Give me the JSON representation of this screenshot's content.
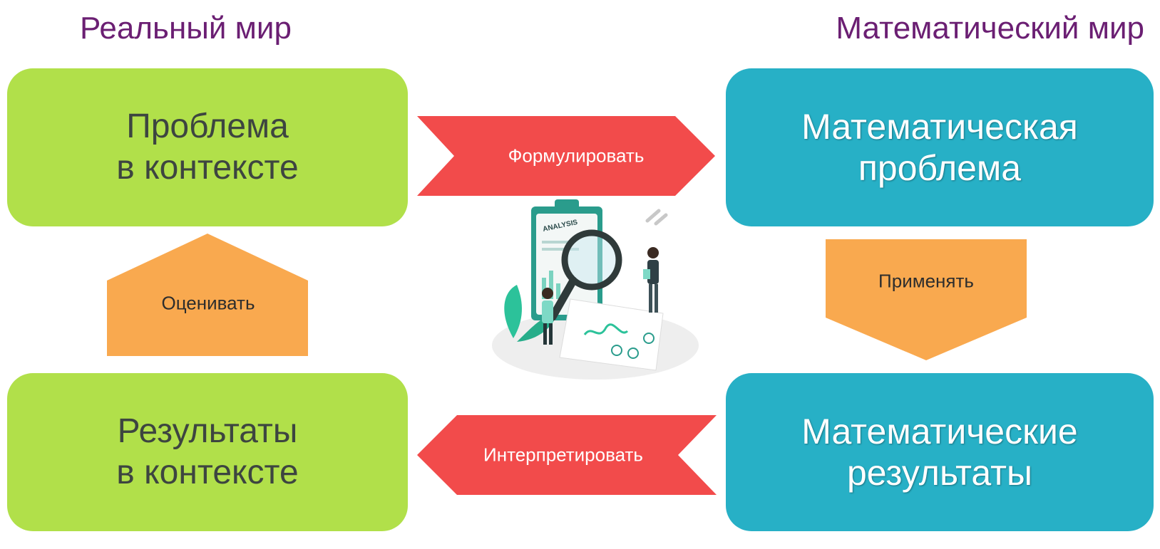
{
  "headings": {
    "real_world": "Реальный мир",
    "math_world": "Математический мир"
  },
  "boxes": {
    "problem_in_context": [
      "Проблема",
      "в контексте"
    ],
    "results_in_context": [
      "Результаты",
      "в контексте"
    ],
    "math_problem": [
      "Математическая",
      "проблема"
    ],
    "math_results": [
      "Математические",
      "результаты"
    ]
  },
  "arrows": {
    "formulate": "Формулировать",
    "apply": "Применять",
    "interpret": "Интерпретировать",
    "evaluate": "Оценивать"
  },
  "illustration": {
    "clipboard_text": "ANALYSIS"
  },
  "colors": {
    "heading": "#6b1f73",
    "green_box": "#b1e04a",
    "teal_box": "#27b0c6",
    "red_arrow": "#f24b4b",
    "orange_arrow": "#f9a94f"
  }
}
